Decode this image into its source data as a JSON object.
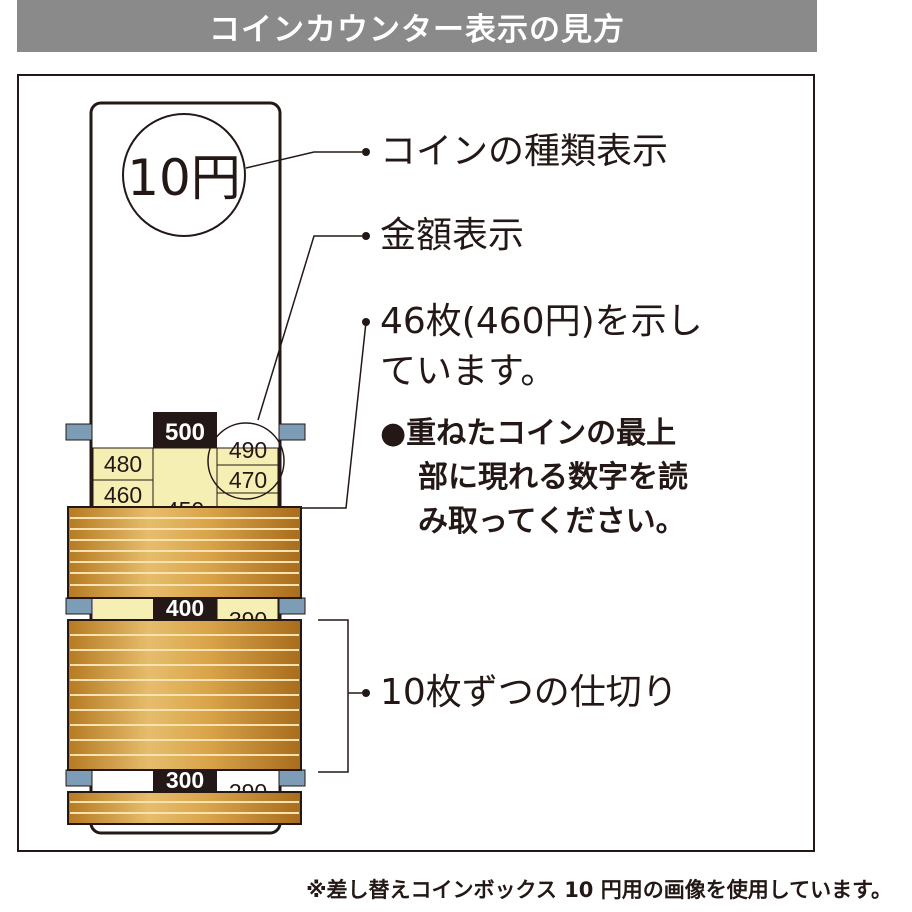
{
  "header": {
    "title": "コインカウンター表示の見方"
  },
  "footnote": "※差し替えコインボックス 10 円用の画像を使用しています。",
  "coin_label": "10円",
  "counter_numbers": {
    "n500": "500",
    "n490": "490",
    "n480": "480",
    "n470": "470",
    "n460": "460",
    "n450": "450",
    "n400": "400",
    "n390": "390",
    "n300": "300",
    "n290": "290"
  },
  "labels": {
    "coin_type": "コインの種類表示",
    "amount": "金額表示",
    "count_line1": "46枚(460円)を示し",
    "count_line2": "ています。",
    "note_line1": "●重ねたコインの最上",
    "note_line2": "部に現れる数字を読",
    "note_line3": "み取ってください。",
    "divider": "10枚ずつの仕切り"
  },
  "colors": {
    "header_bg": "#8a8a8a",
    "coin_gold": "#c9932e",
    "coin_light": "#e8c27a",
    "tab_yellow": "#f6efb4",
    "divider_blue": "#7d9db6"
  }
}
